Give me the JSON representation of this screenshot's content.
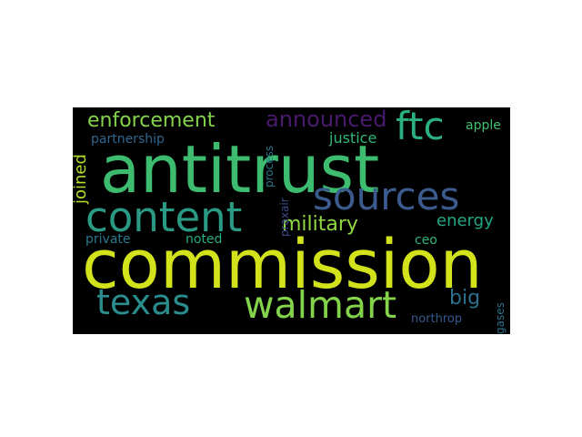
{
  "wordcloud": {
    "words": [
      {
        "text": "antitrust",
        "color": "#3dbb6e",
        "orientation": "horizontal"
      },
      {
        "text": "commission",
        "color": "#d2e21b",
        "orientation": "horizontal"
      },
      {
        "text": "sources",
        "color": "#3b5a8d",
        "orientation": "horizontal"
      },
      {
        "text": "content",
        "color": "#2a9a85",
        "orientation": "horizontal"
      },
      {
        "text": "walmart",
        "color": "#84d44b",
        "orientation": "horizontal"
      },
      {
        "text": "texas",
        "color": "#2a8c8c",
        "orientation": "horizontal"
      },
      {
        "text": "ftc",
        "color": "#2bb07f",
        "orientation": "horizontal"
      },
      {
        "text": "enforcement",
        "color": "#84d44b",
        "orientation": "horizontal"
      },
      {
        "text": "announced",
        "color": "#481a6c",
        "orientation": "horizontal"
      },
      {
        "text": "military",
        "color": "#91d742",
        "orientation": "horizontal"
      },
      {
        "text": "energy",
        "color": "#23a884",
        "orientation": "horizontal"
      },
      {
        "text": "big",
        "color": "#2d718e",
        "orientation": "horizontal"
      },
      {
        "text": "joined",
        "color": "#b5de2b",
        "orientation": "vertical"
      },
      {
        "text": "partnership",
        "color": "#31668e",
        "orientation": "horizontal"
      },
      {
        "text": "justice",
        "color": "#35b779",
        "orientation": "horizontal"
      },
      {
        "text": "apple",
        "color": "#44bf70",
        "orientation": "horizontal"
      },
      {
        "text": "process",
        "color": "#2a778e",
        "orientation": "vertical"
      },
      {
        "text": "praxair",
        "color": "#3e4989",
        "orientation": "vertical"
      },
      {
        "text": "private",
        "color": "#2a788e",
        "orientation": "horizontal"
      },
      {
        "text": "noted",
        "color": "#27ad81",
        "orientation": "horizontal"
      },
      {
        "text": "ceo",
        "color": "#31b57b",
        "orientation": "horizontal"
      },
      {
        "text": "northrop",
        "color": "#38588c",
        "orientation": "horizontal"
      },
      {
        "text": "gases",
        "color": "#2c728e",
        "orientation": "vertical"
      }
    ]
  }
}
